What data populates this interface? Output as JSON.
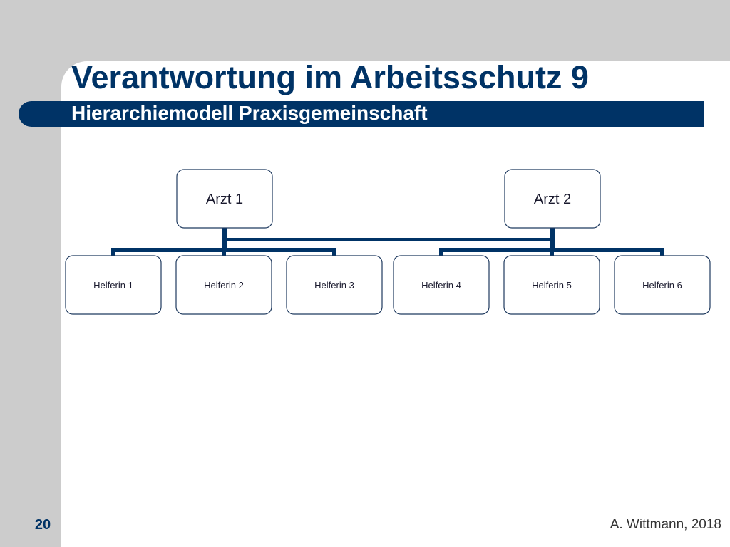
{
  "slide": {
    "title": "Verantwortung im Arbeitsschutz 9",
    "subtitle": "Hierarchiemodell Praxisgemeinschaft",
    "page_number": "20",
    "author": "A. Wittmann, 2018"
  },
  "org_chart": {
    "doctors": [
      {
        "id": "arzt1",
        "label": "Arzt 1"
      },
      {
        "id": "arzt2",
        "label": "Arzt 2"
      }
    ],
    "assistants": [
      {
        "label": "Helferin 1",
        "reports_to": "arzt1"
      },
      {
        "label": "Helferin 2",
        "reports_to": "arzt1"
      },
      {
        "label": "Helferin 3",
        "reports_to": "arzt1"
      },
      {
        "label": "Helferin 4",
        "reports_to": "arzt2"
      },
      {
        "label": "Helferin 5",
        "reports_to": "arzt2"
      },
      {
        "label": "Helferin 6",
        "reports_to": "arzt2"
      }
    ],
    "peer_link": [
      "arzt1",
      "arzt2"
    ]
  },
  "colors": {
    "primary": "#003366",
    "background": "#cccccc",
    "panel": "#ffffff",
    "node_border": "#1f3a5f",
    "node_text": "#1a1a2e"
  }
}
